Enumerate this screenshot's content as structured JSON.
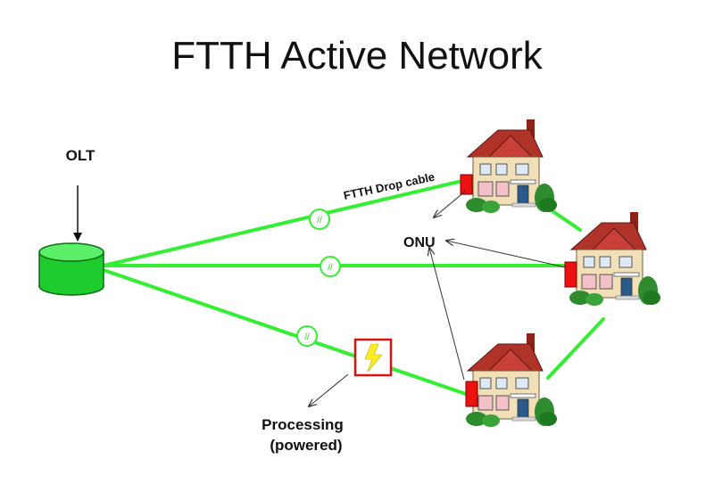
{
  "title": "FTTH Active Network",
  "labels": {
    "olt": "OLT",
    "onu": "ONU",
    "drop_cable": "FTTH Drop cable",
    "processing_line1": "Processing",
    "processing_line2": "(powered)",
    "splice_mark": "//"
  },
  "colors": {
    "fiber": "#33ee33",
    "olt_fill": "#22dd33",
    "onu_box": "#ee1111",
    "processing_border": "#dd1111",
    "lightning": "#ffee22"
  },
  "icons": [
    "olt-cylinder-icon",
    "house-icon",
    "onu-box-icon",
    "lightning-bolt-icon",
    "splice-circle-icon"
  ]
}
